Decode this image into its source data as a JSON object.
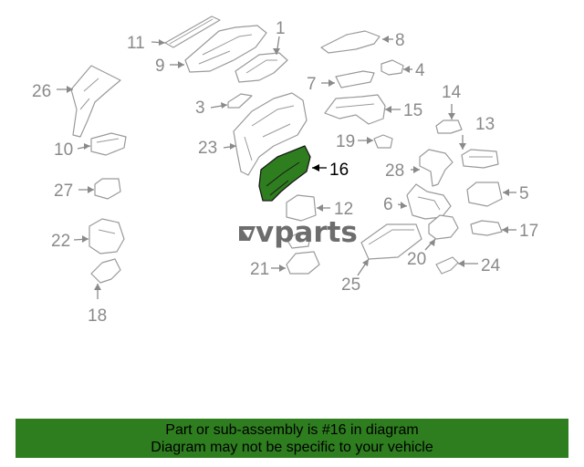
{
  "diagram": {
    "callouts": {
      "c1": "1",
      "c3": "3",
      "c4": "4",
      "c5": "5",
      "c6": "6",
      "c7": "7",
      "c8": "8",
      "c9": "9",
      "c10": "10",
      "c11": "11",
      "c12": "12",
      "c13": "13",
      "c14": "14",
      "c15": "15",
      "c16": "16",
      "c17": "17",
      "c18": "18",
      "c19": "19",
      "c20": "20",
      "c21": "21",
      "c22": "22",
      "c23": "23",
      "c24": "24",
      "c25": "25",
      "c26": "26",
      "c27": "27",
      "c28": "28"
    },
    "highlighted_part": "16",
    "highlight_color": "#2e7d1f"
  },
  "watermark": {
    "text": "vparts"
  },
  "footer": {
    "line1": "Part or sub-assembly is #16 in diagram",
    "line2": "Diagram may not be specific to your vehicle",
    "background": "#2e7d1f"
  }
}
